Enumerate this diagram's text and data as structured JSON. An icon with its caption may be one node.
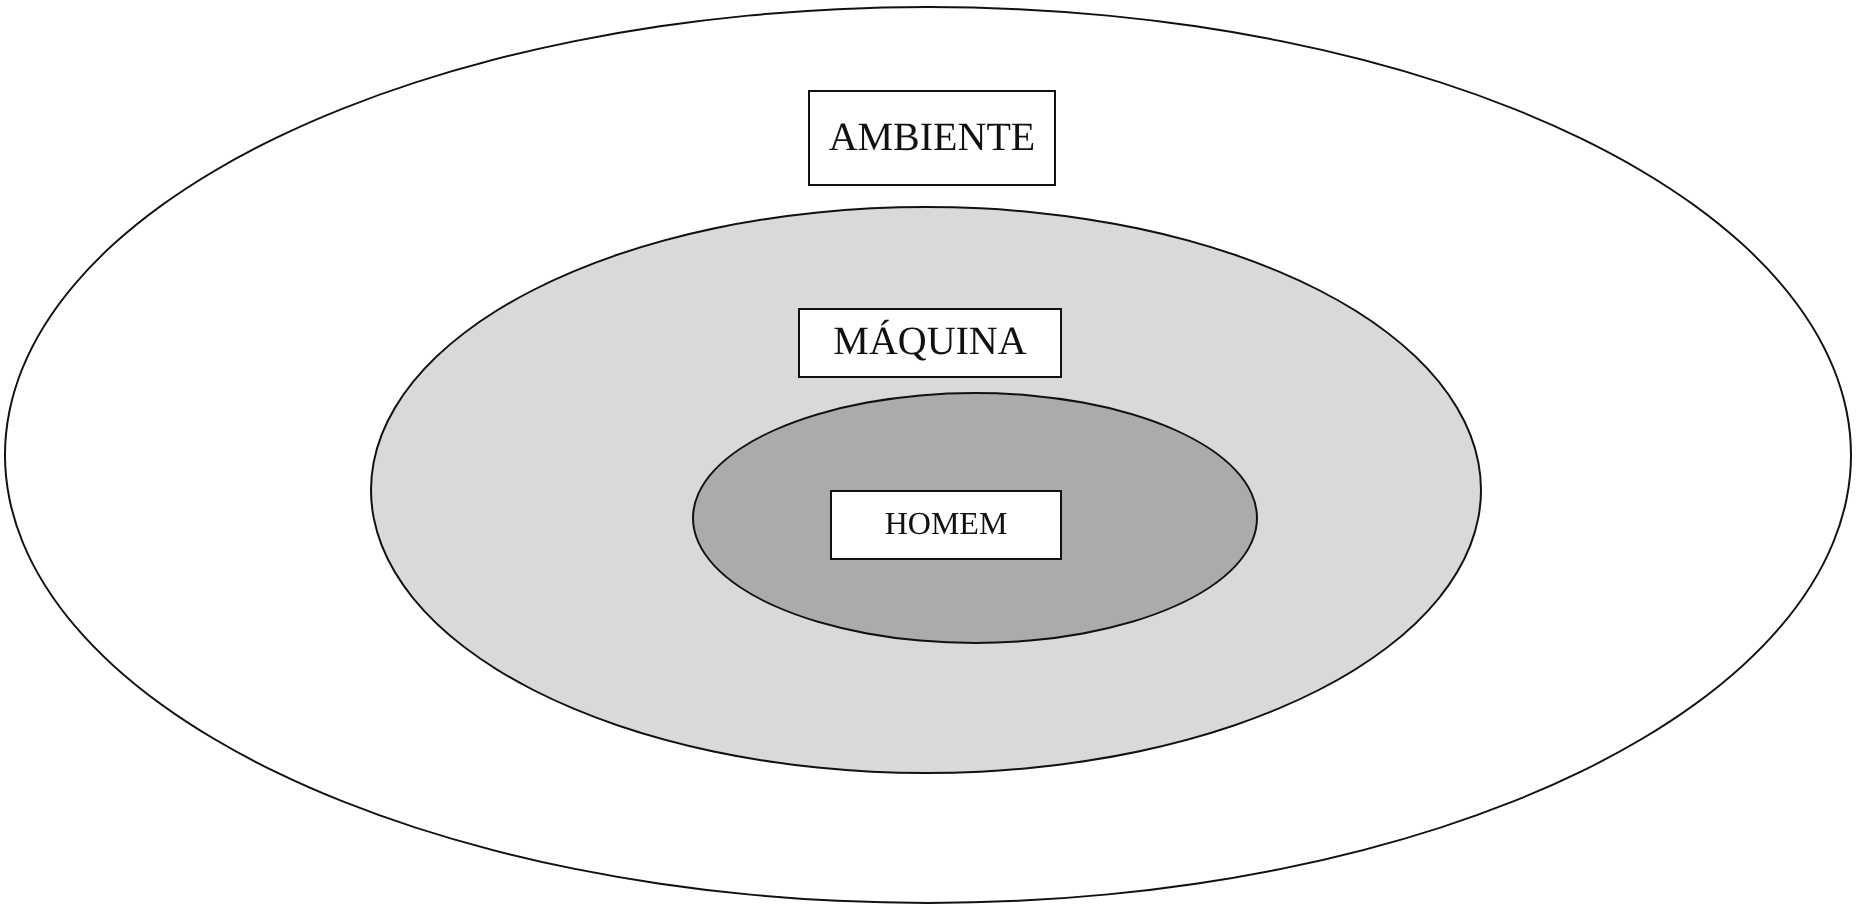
{
  "diagram": {
    "nodes": [
      {
        "text": [
          "AMBIENTE"
        ]
      },
      {
        "text": [
          "MÁQUINA"
        ],
        "in": 0
      },
      {
        "text": [
          "HOMEM"
        ],
        "in": 1
      }
    ]
  }
}
